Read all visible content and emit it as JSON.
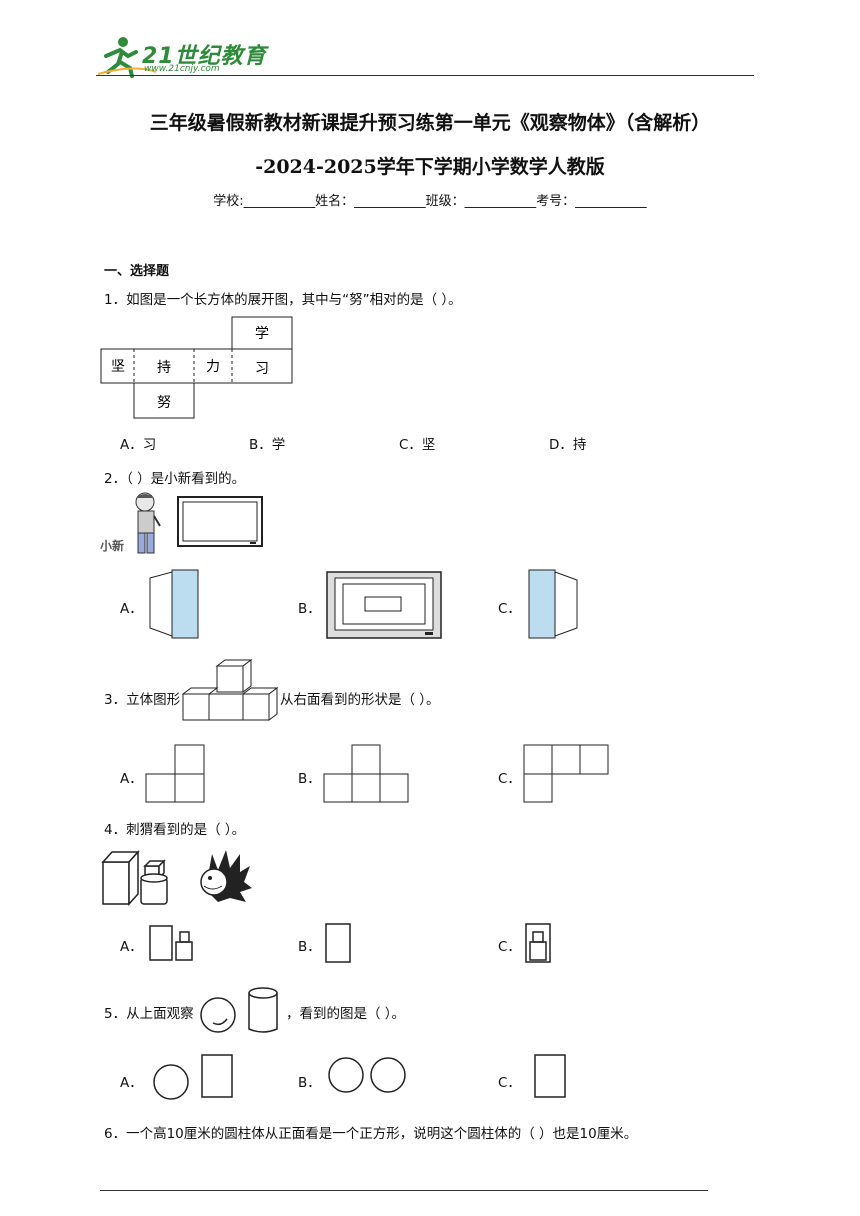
{
  "header": {
    "logo_text": "21世纪教育",
    "logo_url": "www.21cnjy.com"
  },
  "title": {
    "line1": "三年级暑假新教材新课提升预习练第一单元《观察物体》（含解析）",
    "line2": "-2024-2025学年下学期小学数学人教版"
  },
  "info_line": "学校:___________姓名：___________班级：___________考号：___________",
  "section_title": "一、选择题",
  "questions": [
    {
      "stem": "1．如图是一个长方体的展开图，其中与“努”相对的是（    ）。",
      "net_labels": [
        "学",
        "坚",
        "持",
        "力",
        "习",
        "努"
      ],
      "options": [
        "A．习",
        "B．学",
        "C．坚",
        "D．持"
      ]
    },
    {
      "stem": "2．（    ）是小新看到的。",
      "person_label": "小新",
      "options": [
        "A．",
        "B．",
        "C．"
      ]
    },
    {
      "stem_before": "3．立体图形",
      "stem_after": "从右面看到的形状是（    ）。",
      "options": [
        "A．",
        "B．",
        "C．"
      ]
    },
    {
      "stem": "4．刺猬看到的是（    ）。",
      "options": [
        "A．",
        "B．",
        "C．"
      ]
    },
    {
      "stem_before": "5．从上面观察",
      "stem_after": "，看到的图是（    ）。",
      "options": [
        "A．",
        "B．",
        "C．"
      ]
    },
    {
      "stem": "6．一个高10厘米的圆柱体从正面看是一个正方形，说明这个圆柱体的（    ）也是10厘米。"
    }
  ]
}
